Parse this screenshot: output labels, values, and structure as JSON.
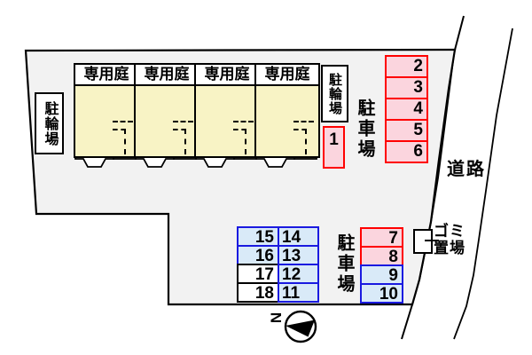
{
  "site": {
    "garden_label": "専用庭",
    "bicycle_label": "駐輪場",
    "parking_label": "駐車場",
    "road_label": "道路",
    "garbage_line1": "ゴミ",
    "garbage_line2": "置場",
    "compass_north": "N"
  },
  "parking_spaces": {
    "space_1": "1",
    "upper_right": [
      "2",
      "3",
      "4",
      "5",
      "6"
    ],
    "lower_right": [
      "7",
      "8",
      "9",
      "10"
    ],
    "lower_left_table": [
      [
        "15",
        "14"
      ],
      [
        "16",
        "13"
      ],
      [
        "17",
        "12"
      ],
      [
        "18",
        "11"
      ]
    ]
  },
  "colors": {
    "site_fill": "#f2f2f2",
    "building_fill": "#f8f3c5",
    "pink_fill": "#fbd5de",
    "red_border": "#ff0000",
    "blue_fill": "#d9eaf8",
    "blue_border": "#1a1ae0",
    "line_color": "#000000"
  }
}
